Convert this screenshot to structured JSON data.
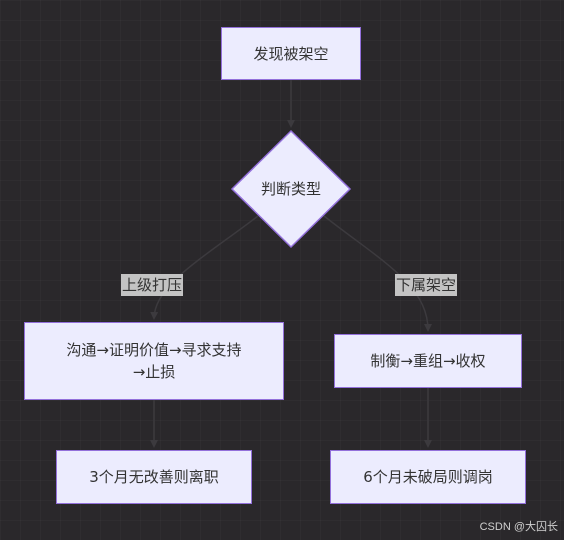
{
  "flowchart": {
    "start": "发现被架空",
    "decision": "判断类型",
    "branch_left_label": "上级打压",
    "branch_right_label": "下属架空",
    "left_step_line1": "沟通→证明价值→寻求支持",
    "left_step_line2": "→止损",
    "right_step": "制衡→重组→收权",
    "left_end": "3个月无改善则离职",
    "right_end": "6个月未破局则调岗"
  },
  "watermark": "CSDN @大囚长",
  "colors": {
    "background": "#2a282b",
    "node_fill": "#ececfe",
    "node_border": "#9370db",
    "edge": "#3c3a3e",
    "label_bg": "#c3c3c3"
  }
}
